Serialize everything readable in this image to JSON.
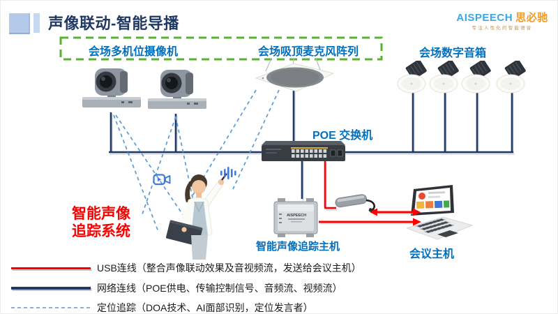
{
  "header": {
    "title": "声像联动-智能导播",
    "logo": {
      "name": "AISPEECH",
      "cn": "思必驰",
      "tagline": "专注人性化的智能语音"
    }
  },
  "groups": {
    "cameras_label": "会场多机位摄像机",
    "mic_label": "会场吸顶麦克风阵列",
    "speakers_label": "会场数字音箱"
  },
  "devices": {
    "switch_label": "POE 交换机",
    "tracking_host_label": "智能声像追踪主机",
    "tracking_host_brand": "AISPEECH",
    "conference_host_label": "会议主机"
  },
  "callout": {
    "line1": "智能声像",
    "line2": "追踪系统"
  },
  "legend": [
    {
      "name": "usb",
      "style": "solid",
      "color": "#FF0000",
      "label": "USB连线（整合声像联动效果及音视频流，发送给会议主机）"
    },
    {
      "name": "network",
      "style": "solid",
      "color": "#1F3864",
      "label": "网络连线（POE供电、传输控制信号、音频流、视频流）"
    },
    {
      "name": "tracking",
      "style": "dashed",
      "color": "#5B9BD5",
      "label": "定位追踪（DOA技术、AI面部识别，定位发言者）"
    }
  ],
  "colors": {
    "label_blue": "#0070C0",
    "navy": "#1F3864",
    "red": "#FF0000",
    "green_dashed": "#57B32E",
    "track_blue": "#5B9BD5",
    "logo_blue": "#3AA8DF",
    "logo_orange": "#F59A23"
  },
  "icons": [
    "video-camera-icon",
    "sound-wave-icon",
    "ptz-camera",
    "ceiling-mic-array",
    "ceiling-speaker",
    "poe-switch",
    "tracking-host-box",
    "usb-dongle",
    "laptop",
    "presenter"
  ]
}
